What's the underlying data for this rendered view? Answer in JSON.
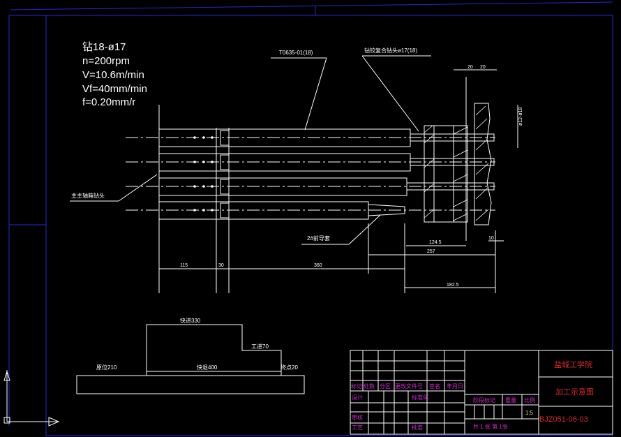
{
  "cut_params": {
    "diameter": "钻18-ø17",
    "speed": "n=200rpm",
    "velocity": "V=10.6m/min",
    "feed_rate": "Vf=40mm/min",
    "feed": "f=0.20mm/r"
  },
  "labels": {
    "tool_code": "T0635-01(18)",
    "tool_top_right": "钻铰复合钻头ø17(18)",
    "spindle_box": "主主轴箱钻头",
    "guide_sleeve": "2#前导套"
  },
  "dimensions": {
    "d115": "115",
    "d30": "30",
    "d360": "360",
    "d1245": "124.5",
    "d257": "257",
    "d1825": "182.5",
    "d20": "20",
    "d20b": "20",
    "d10": "10",
    "d12": "ø12-ø18"
  },
  "feed_cycle": {
    "fast_forward": "快进330",
    "work_feed": "工进70",
    "total": "快退400",
    "start": "原位210",
    "end": "终点20"
  },
  "title_block": {
    "school": "盐城工学院",
    "drawing_title": "加工示意图",
    "drawing_no": "BJZ051-06-03",
    "scale": "1:5",
    "headers": [
      "标记",
      "处数",
      "分区",
      "更改文件号",
      "签名",
      "年月日"
    ],
    "design": "设计",
    "standard": "标准化",
    "stage_mark": "阶段标记",
    "weight": "重量",
    "ratio": "比例",
    "review": "审核",
    "process": "工艺",
    "approve": "批准",
    "sheet": "共 1 张  第 1张"
  },
  "colors": {
    "background": "#000000",
    "lines": "#ffffff",
    "frame": "#1f2bd6",
    "magenta": "#d12cd1",
    "red": "#d62a2a",
    "yellow": "#e8d94a"
  }
}
